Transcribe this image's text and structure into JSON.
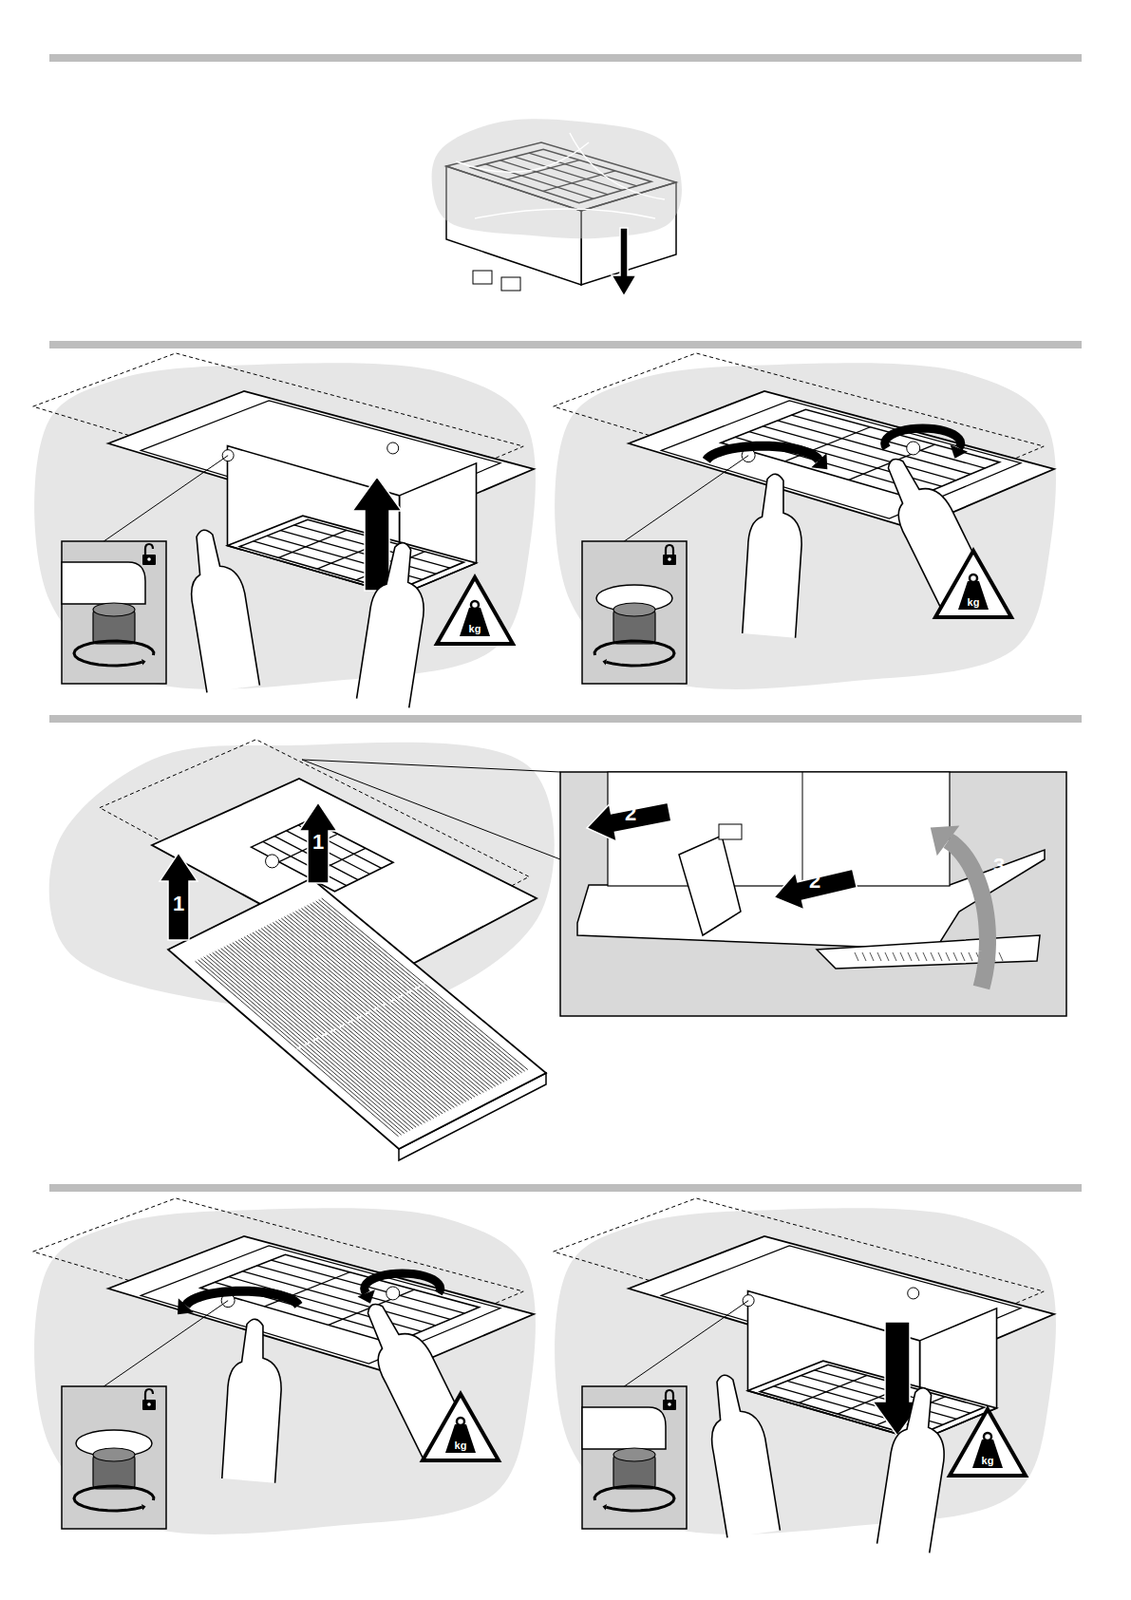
{
  "diagram": {
    "labels": [
      "kg",
      "kg",
      "1",
      "1",
      "2",
      "2",
      "3",
      "kg",
      "kg"
    ]
  }
}
